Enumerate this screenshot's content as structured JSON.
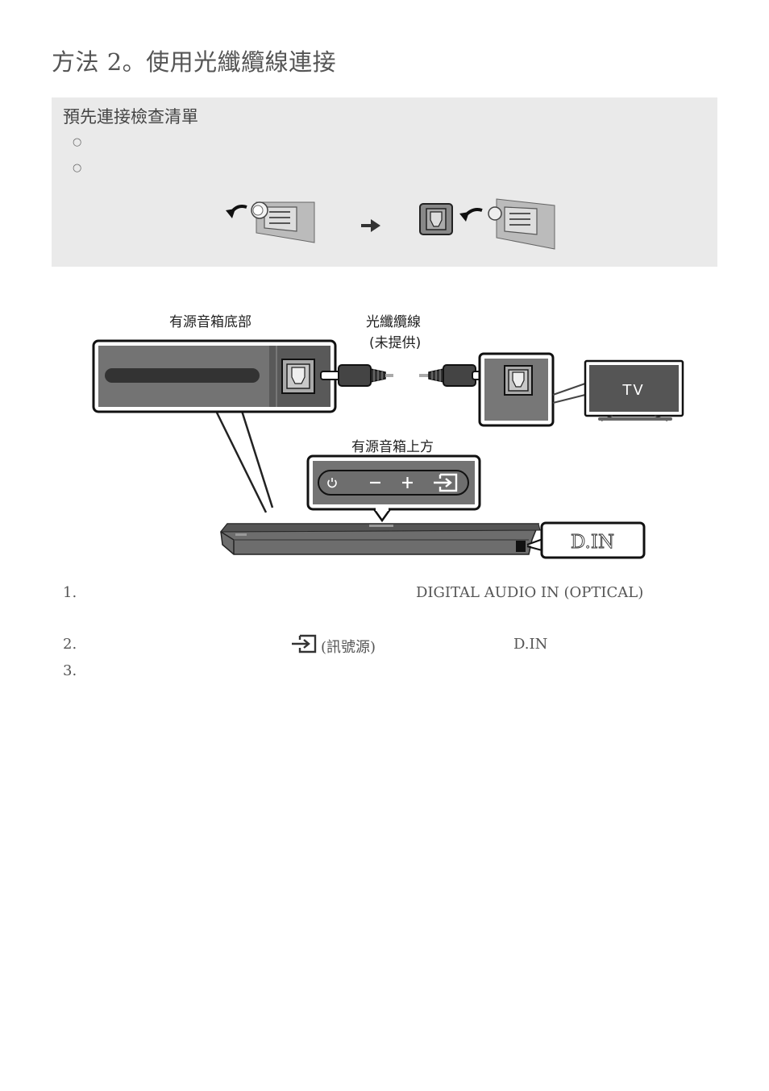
{
  "title": "方法 2。使用光纖纜線連接",
  "checklist": {
    "title": "預先連接檢查清單",
    "bullets": [
      "○",
      "○"
    ]
  },
  "diagram": {
    "label_bottom": "有源音箱底部",
    "label_cable_line1": "光纖纜線",
    "label_cable_line2": "(未提供)",
    "label_top": "有源音箱上方",
    "tv_label": "TV",
    "display_text": "D.IN"
  },
  "steps": {
    "s1_num": "1.",
    "s1_text": "DIGITAL AUDIO IN (OPTICAL)",
    "s2_num": "2.",
    "s2_text": "(訊號源)",
    "s2_display": "D.IN",
    "s3_num": "3."
  }
}
